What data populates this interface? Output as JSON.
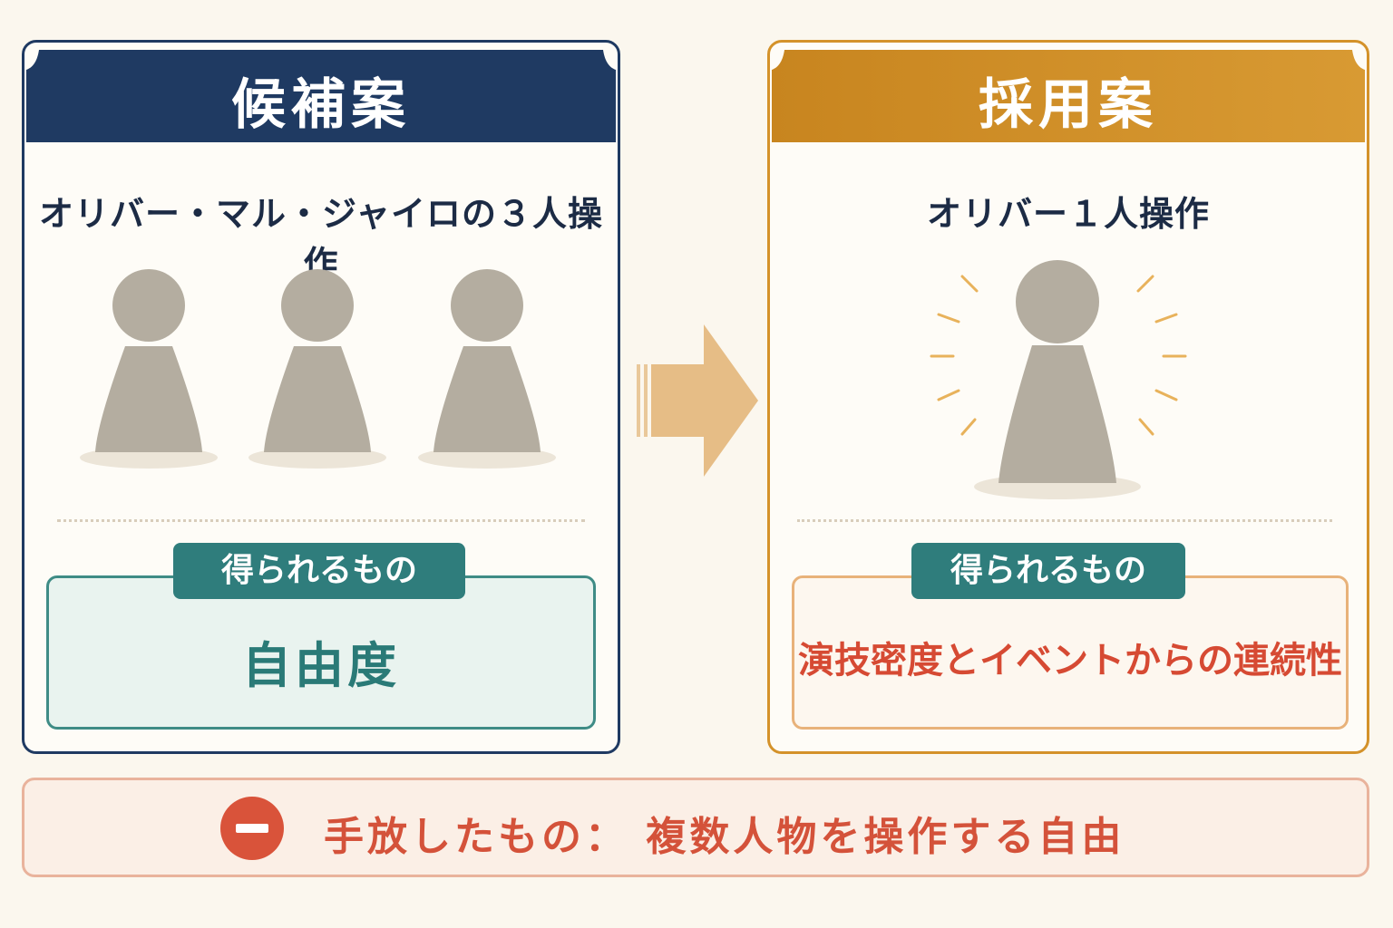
{
  "candidate": {
    "title": "候補案",
    "subtitle": "オリバー・マル・ジャイロの３人操作",
    "gain_label": "得られるもの",
    "gain_value": "自由度"
  },
  "adopted": {
    "title": "採用案",
    "subtitle": "オリバー１人操作",
    "gain_label": "得られるもの",
    "gain_value": "演技密度とイベントからの連続性"
  },
  "lost": {
    "text": "手放したもの： 複数人物を操作する自由"
  },
  "colors": {
    "navy": "#1f3a62",
    "gold": "#d4922a",
    "teal": "#2f7d7c",
    "red": "#d9533a"
  }
}
